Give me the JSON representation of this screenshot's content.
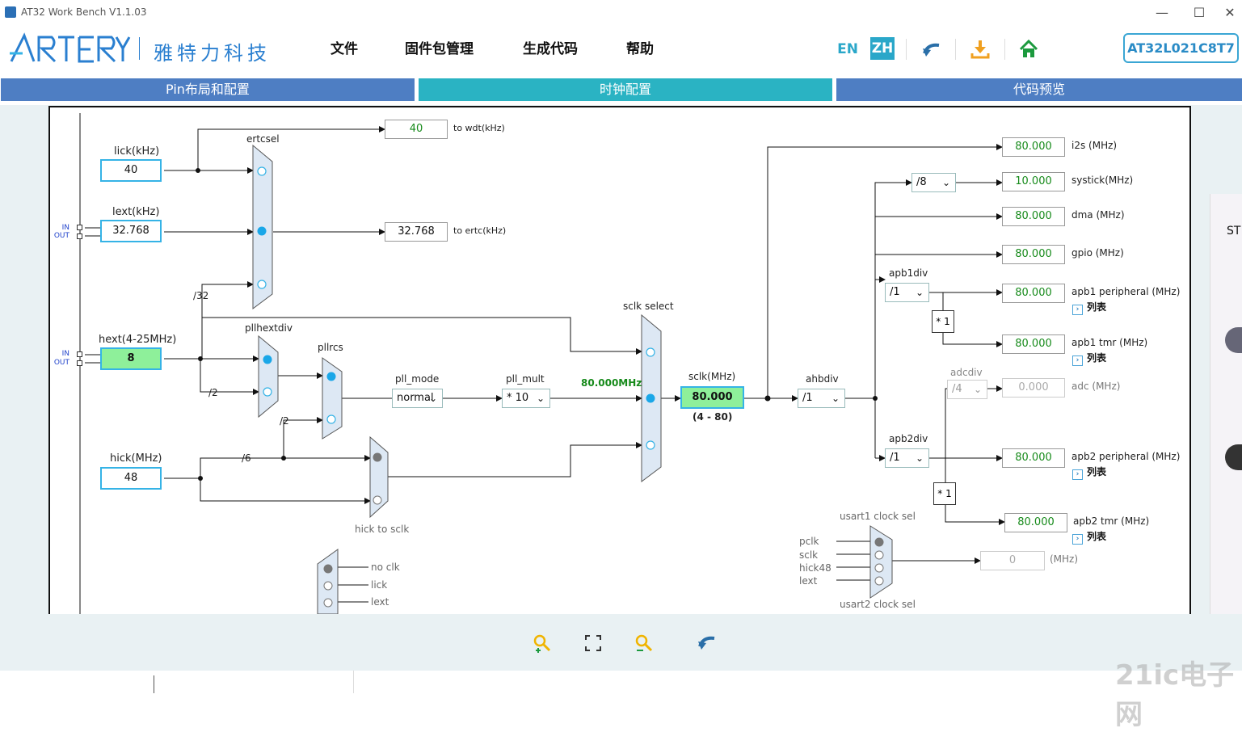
{
  "app": {
    "title": "AT32 Work Bench V1.1.03",
    "win_min": "—",
    "win_max": "☐",
    "win_close": "✕"
  },
  "header": {
    "logo_en": "ARTERY",
    "logo_cn": "雅特力科技",
    "menu": [
      "文件",
      "固件包管理",
      "生成代码",
      "帮助"
    ],
    "lang_en": "EN",
    "lang_zh": "ZH",
    "part": "AT32L021C8T7",
    "icons": [
      "undo-icon",
      "download-icon",
      "home-icon"
    ]
  },
  "tabs": [
    "Pin布局和配置",
    "时钟配置",
    "代码预览"
  ],
  "clock": {
    "lick_label": "lick(kHz)",
    "lick_value": "40",
    "lext_label": "lext(kHz)",
    "lext_value": "32.768",
    "hext_label": "hext(4-25MHz)",
    "hext_value": "8",
    "hick_label": "hick(MHz)",
    "hick_value": "48",
    "io_in": "IN",
    "io_out": "OUT",
    "ertcsel_label": "ertcsel",
    "wdt_value": "40",
    "wdt_label": "to wdt(kHz)",
    "ertc_value": "32.768",
    "ertc_label": "to ertc(kHz)",
    "div32": "/32",
    "div2a": "/2",
    "div2b": "/2",
    "div6": "/6",
    "pllhextdiv_label": "pllhextdiv",
    "pllrcs_label": "pllrcs",
    "pll_mode_label": "pll_mode",
    "pll_mode_value": "normal",
    "pll_mult_label": "pll_mult",
    "pll_mult_value": "* 10",
    "pll_freq": "80.000MHz",
    "hick_to_sclk": "hick to sclk",
    "sclk_select_label": "sclk select",
    "sclk_label": "sclk(MHz)",
    "sclk_value": "80.000",
    "sclk_range": "(4 - 80)",
    "ahbdiv_label": "ahbdiv",
    "ahbdiv_value": "/1",
    "systick_div": "/8",
    "apb1div_label": "apb1div",
    "apb1div_value": "/1",
    "apb2div_label": "apb2div",
    "apb2div_value": "/1",
    "adcdiv_label": "adcdiv",
    "adcdiv_value": "/4",
    "mult1": "* 1",
    "mult2": "* 1",
    "list_label": "列表",
    "outputs": [
      {
        "value": "80.000",
        "label": "i2s (MHz)"
      },
      {
        "value": "10.000",
        "label": "systick(MHz)"
      },
      {
        "value": "80.000",
        "label": "dma (MHz)"
      },
      {
        "value": "80.000",
        "label": "gpio (MHz)"
      },
      {
        "value": "80.000",
        "label": "apb1 peripheral (MHz)"
      },
      {
        "value": "80.000",
        "label": "apb1 tmr (MHz)"
      },
      {
        "value": "0.000",
        "label": "adc (MHz)"
      },
      {
        "value": "80.000",
        "label": "apb2 peripheral (MHz)"
      },
      {
        "value": "80.000",
        "label": "apb2 tmr (MHz)"
      }
    ],
    "usart1_label": "usart1 clock sel",
    "usart2_label": "usart2 clock sel",
    "usart_inputs": [
      "pclk",
      "sclk",
      "hick48",
      "lext"
    ],
    "usart_value": "0",
    "usart_unit": "(MHz)",
    "clkout_inputs": [
      "no clk",
      "lick",
      "lext"
    ]
  },
  "right_panel_text": "ST",
  "watermark": "21ic电子网",
  "colors": {
    "tab_blue": "#4e7ec3",
    "tab_teal": "#2ab3c3",
    "accent": "#35b3e6",
    "green": "#8ef09a",
    "mux_fill": "#dde8f4"
  }
}
